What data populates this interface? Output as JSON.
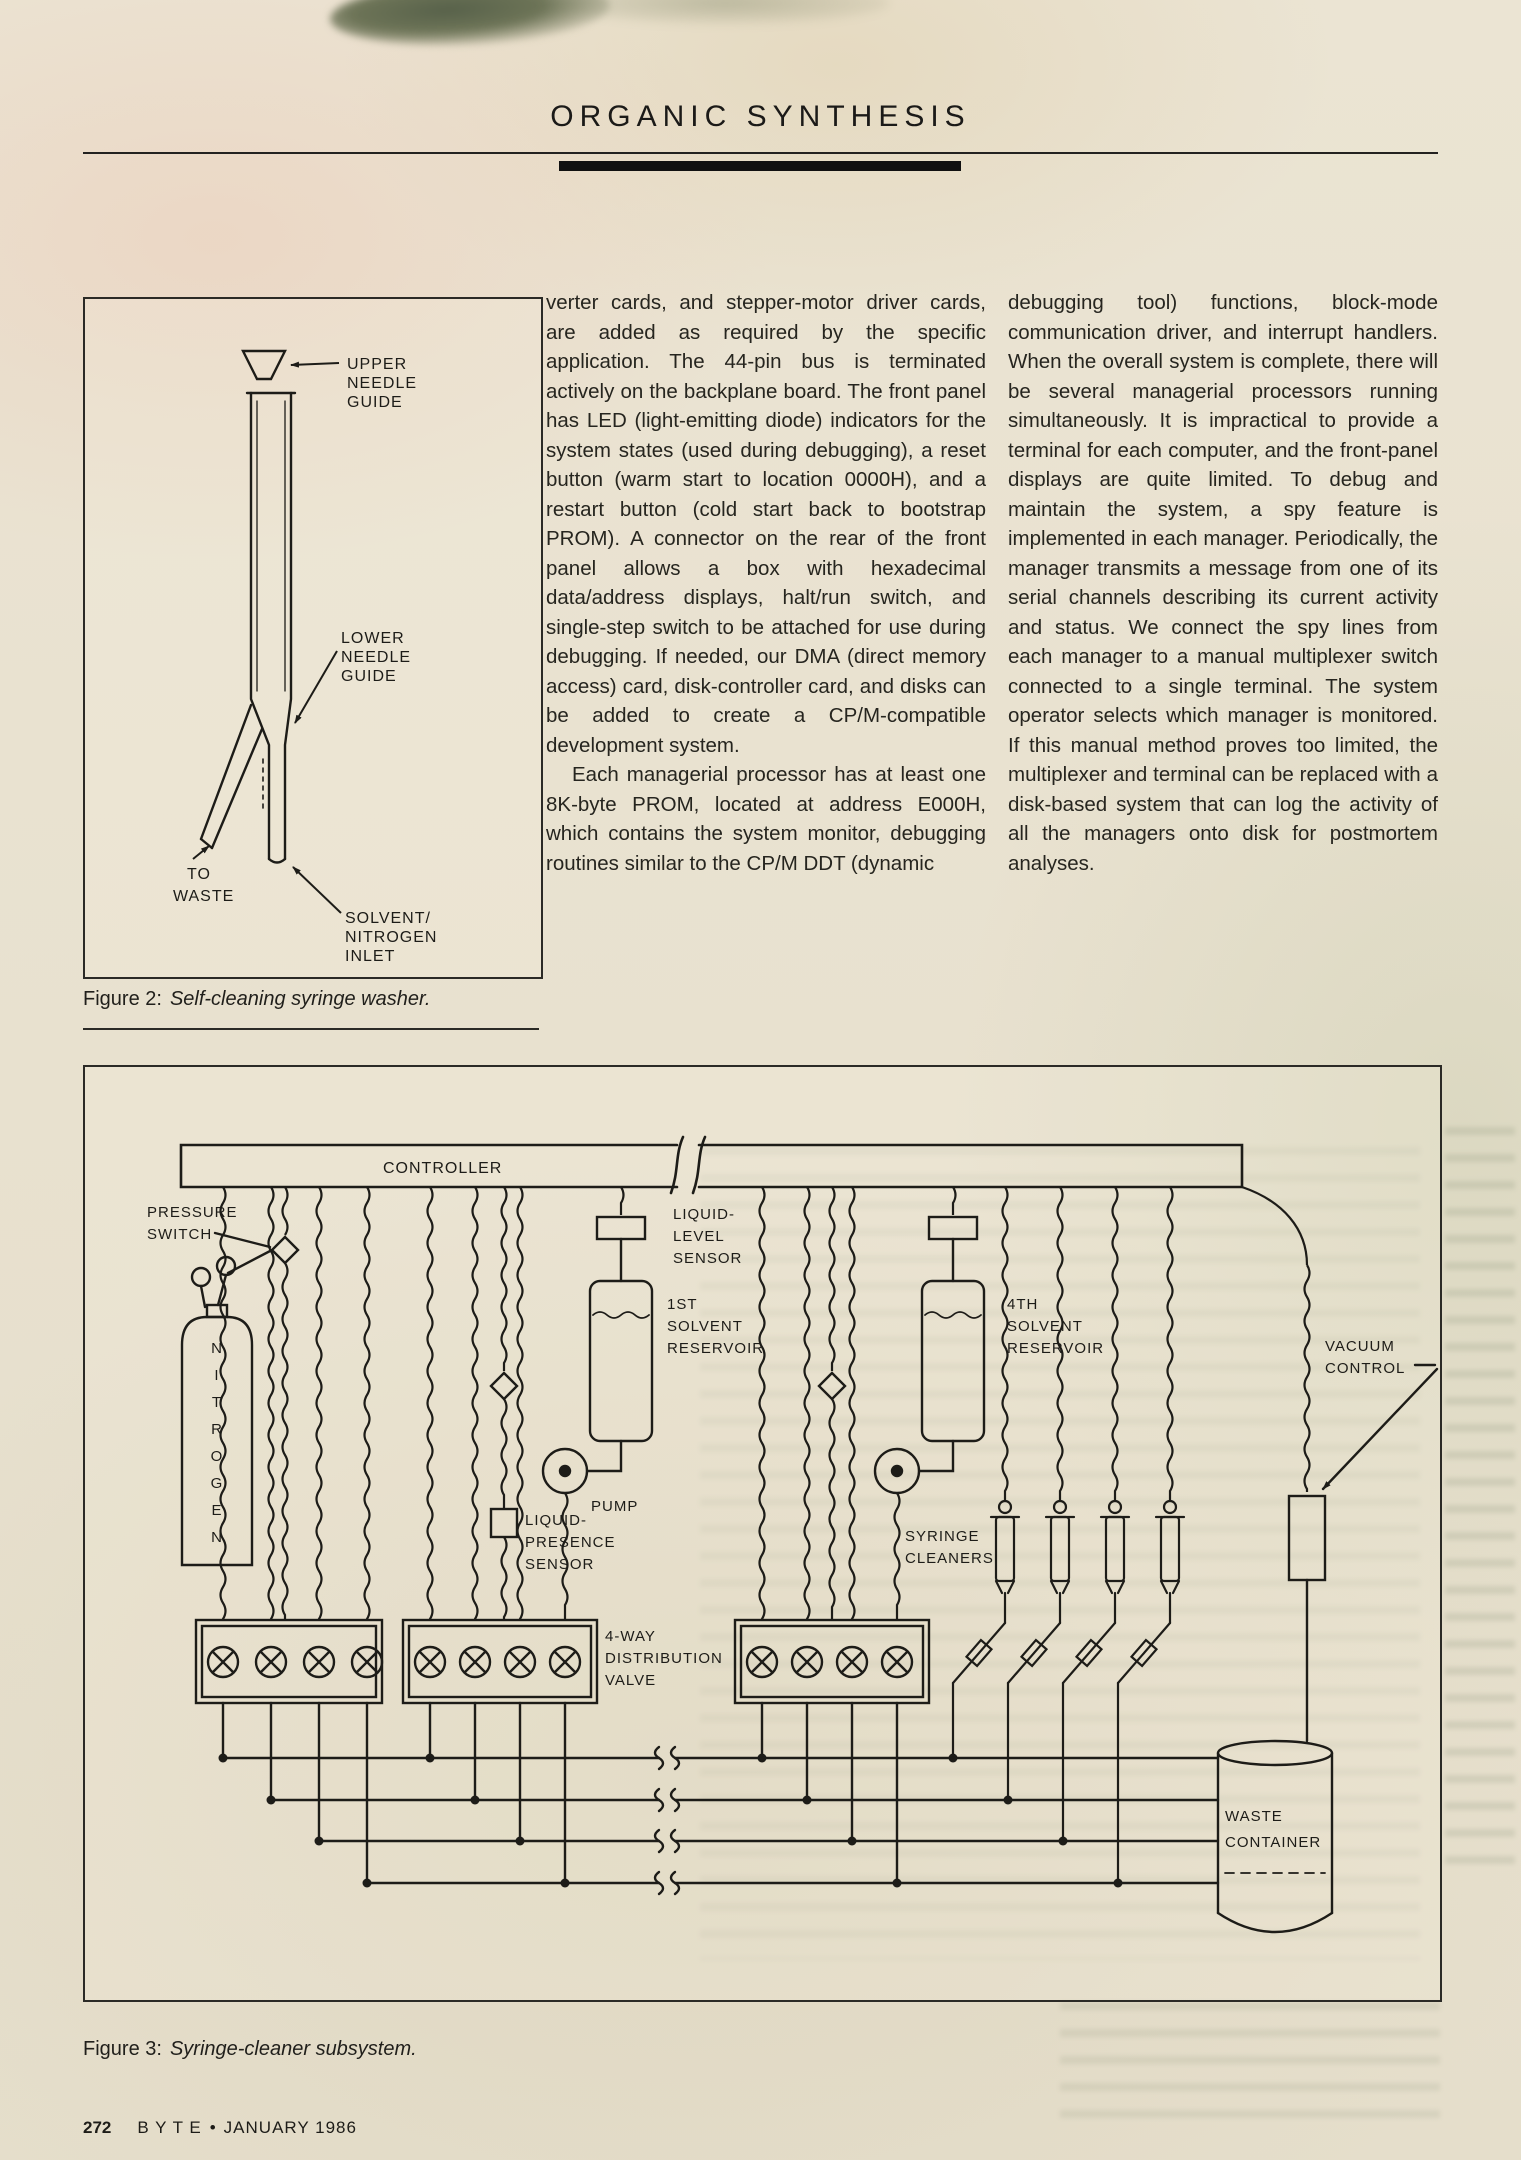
{
  "header": {
    "title": "ORGANIC SYNTHESIS"
  },
  "article": {
    "col1": [
      "verter cards, and stepper-motor driver cards, are added as required by the specific application. The 44-pin bus is terminated actively on the backplane board. The front panel has LED (light-emitting diode) indicators for the system states (used during debugging), a reset button (warm start to location 0000H), and a restart button (cold start back to bootstrap PROM). A connector on the rear of the front panel allows a box with hexadecimal data/address displays, halt/run switch, and single-step switch to be attached for use during debugging. If needed, our DMA (direct memory access) card, disk-controller card, and disks can be added to create a CP/M-compatible development system.",
      "Each managerial processor has at least one 8K-byte PROM, located at address E000H, which contains the system monitor, debugging routines similar to the CP/M DDT (dynamic"
    ],
    "col2": [
      "debugging tool) functions, block-mode communication driver, and interrupt handlers. When the overall system is complete, there will be several managerial processors running simultaneously. It is impractical to provide a terminal for each computer, and the front-panel displays are quite limited. To debug and maintain the system, a spy feature is implemented in each manager. Periodically, the manager transmits a message from one of its serial channels describing its current activity and status. We connect the spy lines from each manager to a manual multiplexer switch connected to a single terminal. The system operator selects which manager is monitored. If this manual method proves too limited, the multiplexer and terminal can be replaced with a disk-based system that can log the activity of all the managers onto disk for postmortem analyses."
    ]
  },
  "figure2": {
    "caption_label": "Figure 2:",
    "caption": "Self-cleaning syringe washer.",
    "labels": {
      "upper_needle_guide": [
        "UPPER",
        "NEEDLE",
        "GUIDE"
      ],
      "lower_needle_guide": [
        "LOWER",
        "NEEDLE",
        "GUIDE"
      ],
      "to_waste": [
        "TO",
        "WASTE"
      ],
      "inlet": [
        "SOLVENT/",
        "NITROGEN",
        "INLET"
      ]
    }
  },
  "figure3": {
    "caption_label": "Figure 3:",
    "caption": "Syringe-cleaner subsystem.",
    "labels": {
      "controller": "CONTROLLER",
      "pressure_switch": [
        "PRESSURE",
        "SWITCH"
      ],
      "nitrogen": [
        "N",
        "I",
        "T",
        "R",
        "O",
        "G",
        "E",
        "N"
      ],
      "liquid_level_sensor": [
        "LIQUID-",
        "LEVEL",
        "SENSOR"
      ],
      "first_reservoir": [
        "1ST",
        "SOLVENT",
        "RESERVOIR"
      ],
      "pump": "PUMP",
      "liquid_presence_sensor": [
        "LIQUID-",
        "PRESENCE",
        "SENSOR"
      ],
      "four_way_valve": [
        "4-WAY",
        "DISTRIBUTION",
        "VALVE"
      ],
      "fourth_reservoir": [
        "4TH",
        "SOLVENT",
        "RESERVOIR"
      ],
      "syringe_cleaners": [
        "SYRINGE",
        "CLEANERS"
      ],
      "vacuum_control": [
        "VACUUM",
        "CONTROL"
      ],
      "waste_container": [
        "WASTE",
        "CONTAINER"
      ]
    }
  },
  "footer": {
    "page_number": "272",
    "magazine": "B Y T E",
    "separator": "•",
    "issue": "JANUARY 1986"
  }
}
